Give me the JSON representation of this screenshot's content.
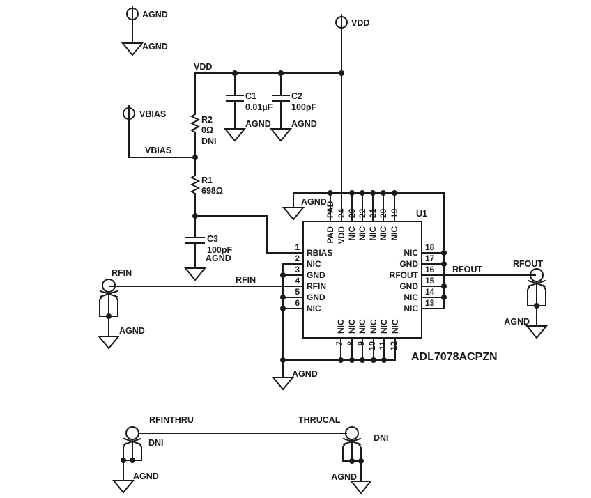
{
  "testpoints": {
    "agnd": {
      "label": "AGND"
    },
    "vdd": {
      "label": "VDD"
    },
    "vbias": {
      "label": "VBIAS"
    }
  },
  "nets": {
    "vdd": "VDD",
    "vbias": "VBIAS",
    "rfin": "RFIN",
    "rfout": "RFOUT",
    "agnd": "AGND"
  },
  "components": {
    "r1": {
      "ref": "R1",
      "value": "698Ω"
    },
    "r2": {
      "ref": "R2",
      "value": "0Ω",
      "note": "DNI"
    },
    "c1": {
      "ref": "C1",
      "value": "0.01µF"
    },
    "c2": {
      "ref": "C2",
      "value": "100pF"
    },
    "c3": {
      "ref": "C3",
      "value": "100pF"
    }
  },
  "connectors": {
    "rfin": {
      "label": "RFIN"
    },
    "rfout": {
      "label": "RFOUT"
    },
    "rfinthru": {
      "label": "RFINTHRU",
      "note": "DNI"
    },
    "thrucal": {
      "label": "THRUCAL",
      "note": "DNI"
    }
  },
  "ic": {
    "refdes": "U1",
    "part": "ADL7078ACPZN",
    "pins_left": [
      {
        "num": "1",
        "name": "RBIAS"
      },
      {
        "num": "2",
        "name": "NIC"
      },
      {
        "num": "3",
        "name": "GND"
      },
      {
        "num": "4",
        "name": "RFIN"
      },
      {
        "num": "5",
        "name": "GND"
      },
      {
        "num": "6",
        "name": "NIC"
      }
    ],
    "pins_right": [
      {
        "num": "18",
        "name": "NIC"
      },
      {
        "num": "17",
        "name": "GND"
      },
      {
        "num": "16",
        "name": "RFOUT"
      },
      {
        "num": "15",
        "name": "GND"
      },
      {
        "num": "14",
        "name": "NIC"
      },
      {
        "num": "13",
        "name": "NIC"
      }
    ],
    "pins_top": [
      {
        "num": "PAD",
        "name": "PAD"
      },
      {
        "num": "24",
        "name": "VDD"
      },
      {
        "num": "23",
        "name": "NIC"
      },
      {
        "num": "22",
        "name": "NIC"
      },
      {
        "num": "21",
        "name": "NIC"
      },
      {
        "num": "20",
        "name": "NIC"
      },
      {
        "num": "19",
        "name": "NIC"
      }
    ],
    "pins_bottom": [
      {
        "num": "7",
        "name": "NIC"
      },
      {
        "num": "8",
        "name": "NIC"
      },
      {
        "num": "9",
        "name": "NIC"
      },
      {
        "num": "10",
        "name": "NIC"
      },
      {
        "num": "11",
        "name": "NIC"
      },
      {
        "num": "12",
        "name": "NIC"
      }
    ]
  },
  "colors": {
    "line": "#1a1a1a",
    "background": "#ffffff"
  }
}
